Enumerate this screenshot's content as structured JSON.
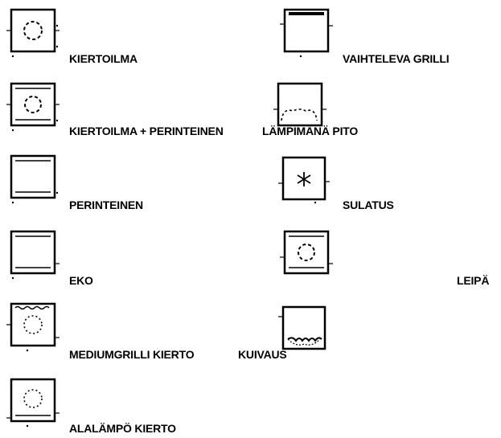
{
  "modes": [
    {
      "label": "KIERTOILMA",
      "icon": "fan-circulation-icon"
    },
    {
      "label": "KIERTOILMA + PERINTEINEN",
      "icon": "fan-top-bottom-heat-icon"
    },
    {
      "label": "PERINTEINEN",
      "icon": "top-bottom-heat-icon"
    },
    {
      "label": "EKO",
      "icon": "eco-heat-icon"
    },
    {
      "label": "MEDIUMGRILLI KIERTO",
      "icon": "medium-grill-fan-icon"
    },
    {
      "label": "ALALÄMPÖ KIERTO",
      "icon": "bottom-heat-fan-icon"
    },
    {
      "label": "VAIHTELEVA GRILLI",
      "icon": "variable-grill-icon"
    },
    {
      "label": "LÄMPIMÄNÄ PITO",
      "icon": "keep-warm-icon"
    },
    {
      "label": "SULATUS",
      "icon": "defrost-icon"
    },
    {
      "label": "LEIPÄ",
      "icon": "bread-icon"
    },
    {
      "label": "KUIVAUS",
      "icon": "drying-icon"
    }
  ]
}
